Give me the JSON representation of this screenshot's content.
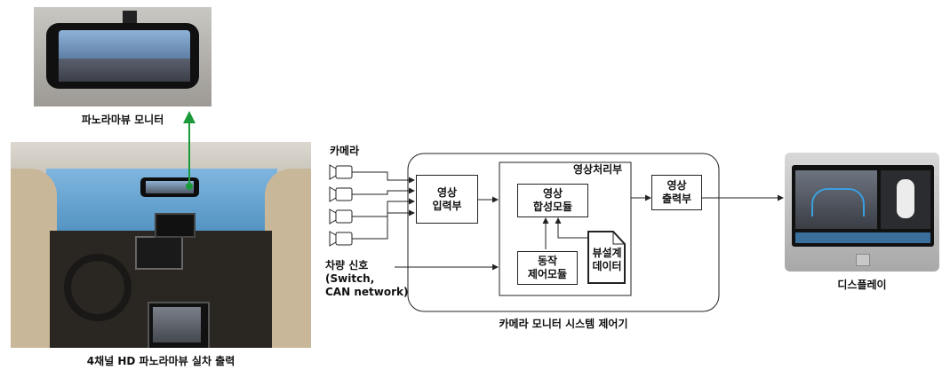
{
  "photos": {
    "top_caption": "파노라마뷰 모니터",
    "bottom_caption": "4채널 HD 파노라마뷰 실차 출력"
  },
  "diagram": {
    "camera_label": "카메라",
    "signal_label": "차량 신호\n(Switch,\nCAN network)",
    "input_block": "영상\n입력부",
    "processing_title": "영상처리부",
    "synthesis_block": "영상\n합성모듈",
    "control_block": "동작\n제어모듈",
    "view_data_block": "뷰설계\n데이터",
    "output_block": "영상\n출력부",
    "controller_caption": "카메라 모니터 시스템 제어기",
    "display_caption": "디스플레이"
  },
  "colors": {
    "arrow_green": "#1a9a3a",
    "line": "#222222"
  }
}
